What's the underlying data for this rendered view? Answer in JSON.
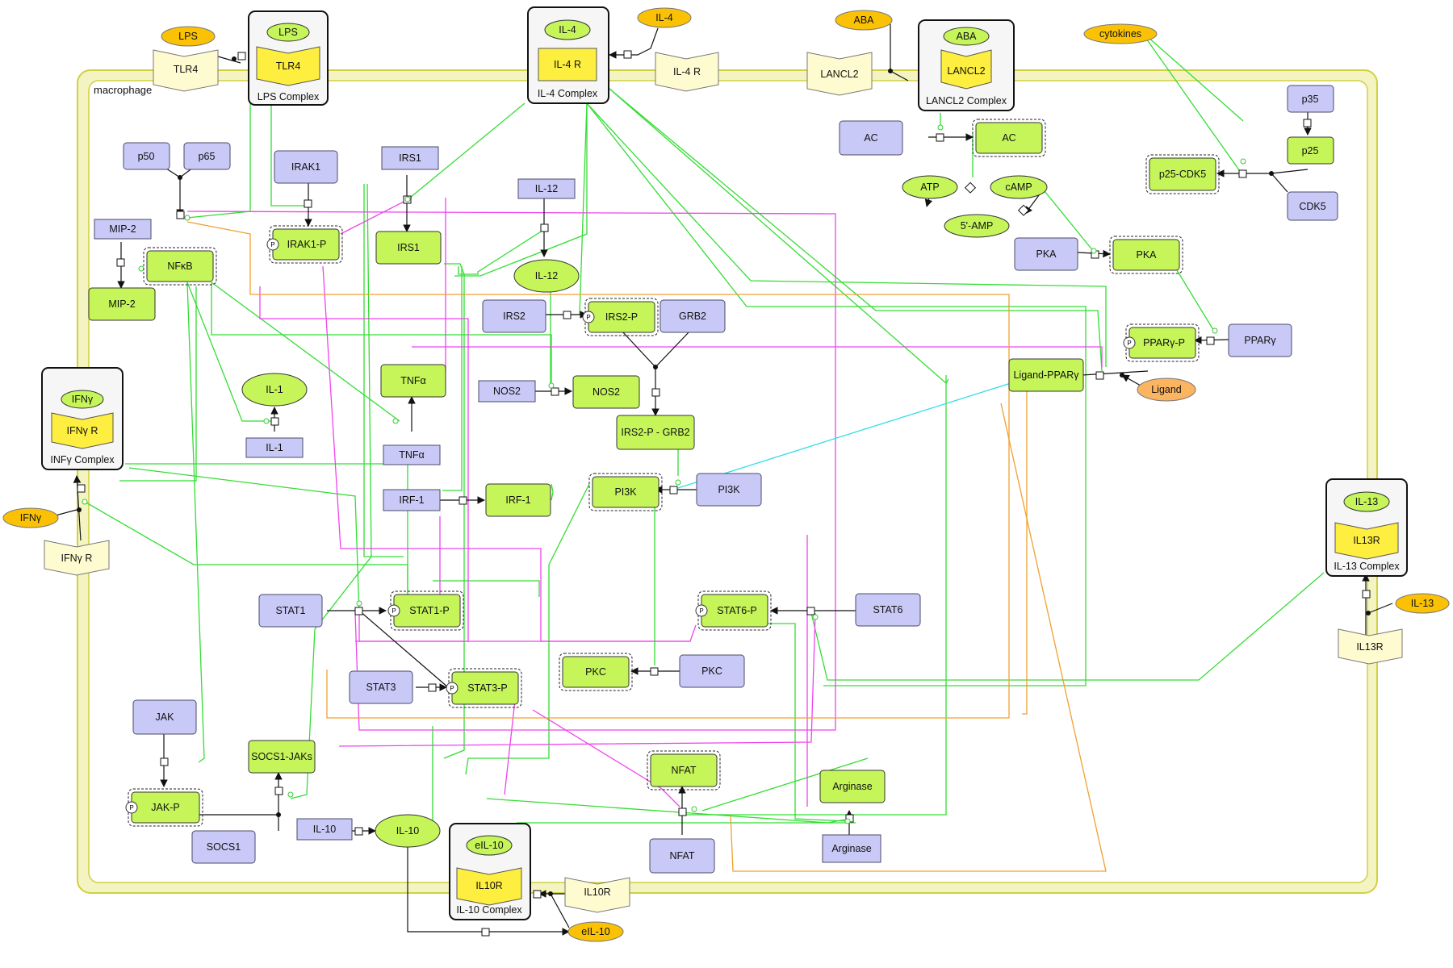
{
  "compartment": "macrophage",
  "complexes": {
    "lps": {
      "title": "LPS Complex",
      "ligand": "LPS",
      "receptor": "TLR4"
    },
    "il4": {
      "title": "IL-4 Complex",
      "ligand": "IL-4",
      "receptor": "IL-4 R"
    },
    "lancl2": {
      "title": "LANCL2 Complex",
      "ligand": "ABA",
      "receptor": "LANCL2"
    },
    "infg": {
      "title": "INFγ Complex",
      "ligand": "IFNγ",
      "receptor": "IFNγ R"
    },
    "il13": {
      "title": "IL-13 Complex",
      "ligand": "IL-13",
      "receptor": "IL13R"
    },
    "il10": {
      "title": "IL-10 Complex",
      "ligand": "eIL-10",
      "receptor": "IL10R"
    }
  },
  "external": {
    "lps": "LPS",
    "il4": "IL-4",
    "aba": "ABA",
    "cytokines": "cytokines",
    "ifng": "IFNγ",
    "il13": "IL-13",
    "eil10": "eIL-10",
    "ligand": "Ligand"
  },
  "receptors": {
    "tlr4": "TLR4",
    "il4r": "IL-4 R",
    "lancl2": "LANCL2",
    "ifngr": "IFNγ R",
    "il13r": "IL13R",
    "il10r": "IL10R"
  },
  "inactive": {
    "p50": "p50",
    "p65": "p65",
    "irak1": "IRAK1",
    "irs1": "IRS1",
    "il12": "IL-12",
    "ac": "AC",
    "p35": "p35",
    "mip2": "MIP-2",
    "cdk5": "CDK5",
    "irs2": "IRS2",
    "grb2": "GRB2",
    "pka": "PKA",
    "ppar": "PPARγ",
    "nos2": "NOS2",
    "il1": "IL-1",
    "tnfa": "TNFα",
    "irf1": "IRF-1",
    "pi3k": "PI3K",
    "stat1": "STAT1",
    "stat6": "STAT6",
    "stat3": "STAT3",
    "pkc": "PKC",
    "jak": "JAK",
    "socs1": "SOCS1",
    "il10": "IL-10",
    "nfat": "NFAT",
    "arginase": "Arginase"
  },
  "active": {
    "irak1p": "IRAK1-P",
    "irs1": "IRS1",
    "il12": "IL-12",
    "nfkb": "NFκB",
    "mip2": "MIP-2",
    "ac": "AC",
    "atp": "ATP",
    "camp": "cAMP",
    "amp": "5'-AMP",
    "p25cdk5": "p25-CDK5",
    "p25": "p25",
    "pka": "PKA",
    "irs2p": "IRS2-P",
    "pparp": "PPARγ-P",
    "ligandppar": "Ligand-PPARγ",
    "il1": "IL-1",
    "tnfa": "TNFα",
    "nos2": "NOS2",
    "irs2grb2": "IRS2-P - GRB2",
    "irf1": "IRF-1",
    "pi3k": "PI3K",
    "stat1p": "STAT1-P",
    "stat6p": "STAT6-P",
    "stat3p": "STAT3-P",
    "pkc": "PKC",
    "socs1jaks": "SOCS1-JAKs",
    "jakp": "JAK-P",
    "il10": "IL-10",
    "nfat": "NFAT",
    "arginase": "Arginase"
  },
  "phospho_mark": "P"
}
